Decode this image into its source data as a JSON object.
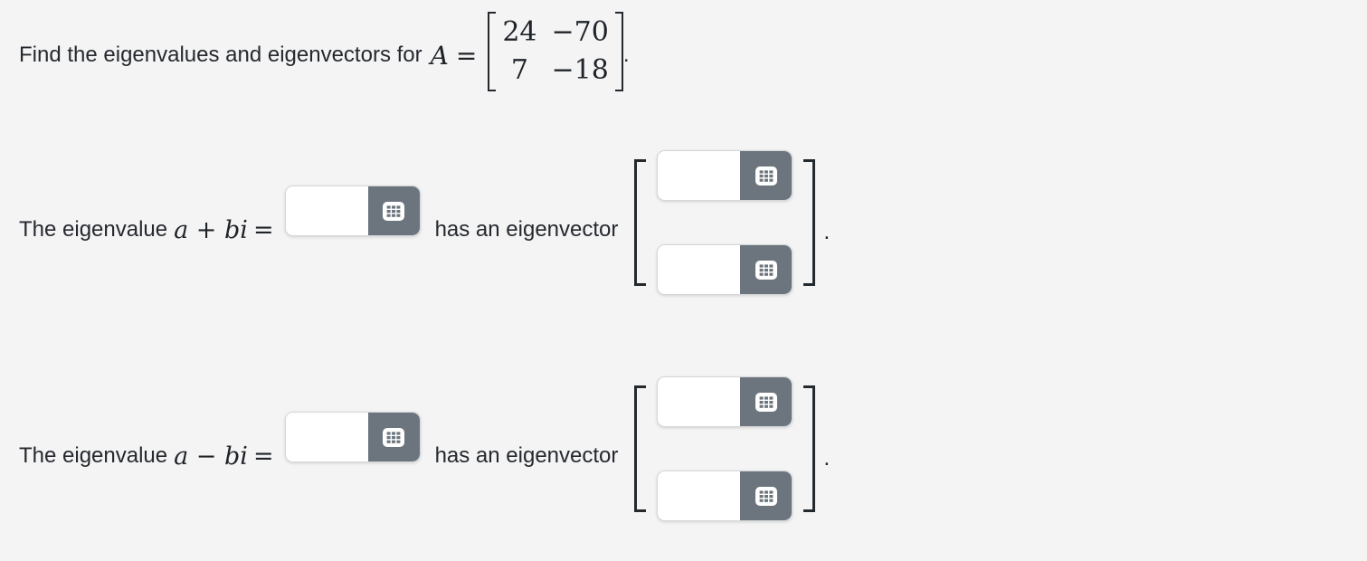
{
  "page": {
    "background": "#f4f4f5"
  },
  "colors": {
    "text": "#25292e",
    "math_text": "#1f2328",
    "bracket": "#24292e",
    "input_background": "#ffffff",
    "input_border": "#d4d7da",
    "keypad_button_background": "#6c757d",
    "keypad_icon_foreground": "#ffffff"
  },
  "icons": {
    "math_editor_button": "keypad-grid-icon"
  },
  "problem": {
    "prompt": "Find the eigenvalues and eigenvectors for",
    "matrix_name": "A",
    "equals": "=",
    "matrix": [
      [
        "24",
        "−70"
      ],
      [
        "7",
        "−18"
      ]
    ],
    "sentence_end": "."
  },
  "answers": [
    {
      "label": "The eigenvalue",
      "expression": "a + bi",
      "equals": "=",
      "input_value": "",
      "connector": "has an eigenvector",
      "vector": [
        "",
        ""
      ],
      "sentence_end": "."
    },
    {
      "label": "The eigenvalue",
      "expression": "a − bi",
      "equals": "=",
      "input_value": "",
      "connector": "has an eigenvector",
      "vector": [
        "",
        ""
      ],
      "sentence_end": "."
    }
  ]
}
